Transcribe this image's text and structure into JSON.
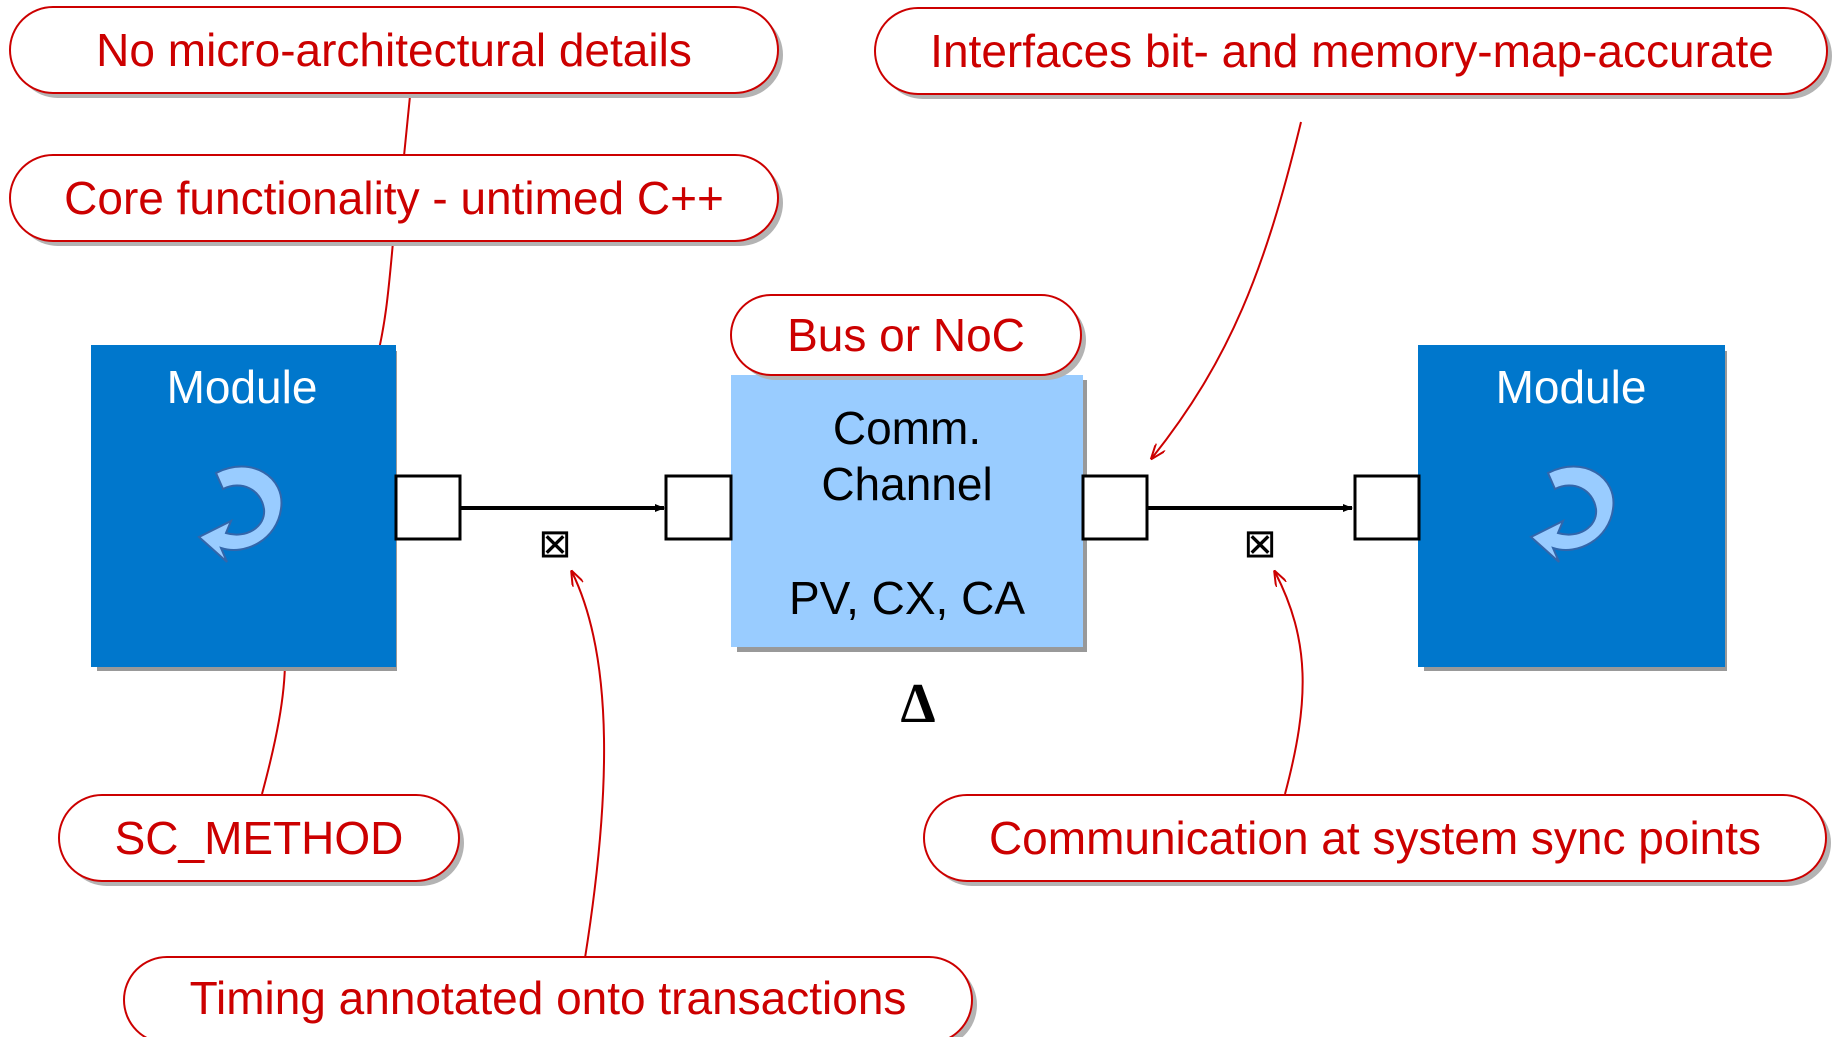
{
  "colors": {
    "callout_red": "#cc0000",
    "module_blue": "#0077cc",
    "channel_blue": "#99ccff",
    "process_arrow_fill": "#99ccff"
  },
  "callouts": {
    "micro_arch": "No micro-architectural details",
    "core_func": "Core functionality - untimed C++",
    "interfaces": "Interfaces bit- and memory-map-accurate",
    "bus": "Bus or NoC",
    "sc_method": "SC_METHOD",
    "communication": "Communication at system sync points",
    "timing": "Timing annotated onto transactions"
  },
  "left_module": {
    "label": "Module",
    "icon": "process-loop-icon"
  },
  "right_module": {
    "label": "Module",
    "icon": "process-loop-icon"
  },
  "channel": {
    "line1": "Comm.",
    "line2": "Channel",
    "levels": "PV, CX, CA"
  },
  "delta": "Δ",
  "transaction_marker": "⊠"
}
